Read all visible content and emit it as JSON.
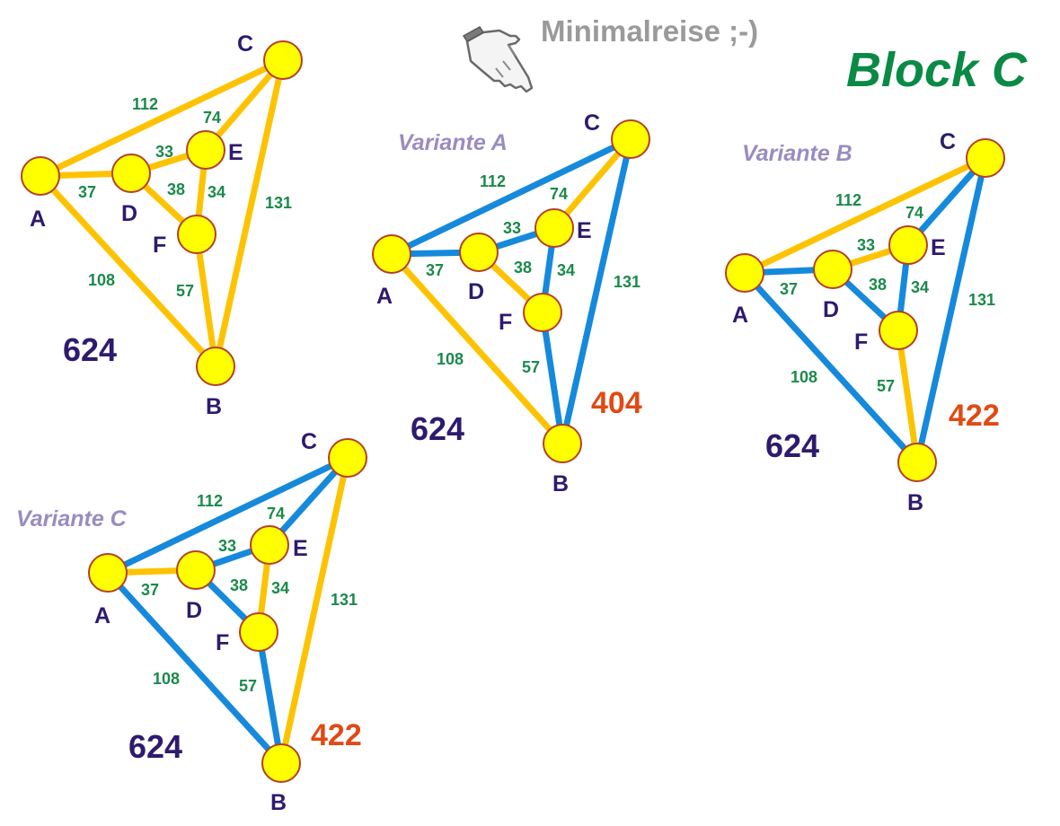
{
  "header": {
    "hint_icon": "pointing-hand-icon",
    "hint_text": "Minimalreise ;-)",
    "block_title": "Block C"
  },
  "colors": {
    "default_edge": "#fdc300",
    "selected_edge": "#1589dc",
    "node_fill": "#ffff00",
    "node_border": "#b3402a",
    "node_label": "#2e1a6e",
    "weight_label": "#1a8a4a",
    "total": "#2e1a6e",
    "result": "#e04a14",
    "variant_label": "#9a8cc0",
    "block_title": "#0a8a45",
    "hint_text": "#9a9a9a"
  },
  "graph": {
    "nodes": [
      "A",
      "B",
      "C",
      "D",
      "E",
      "F"
    ],
    "edges": [
      {
        "id": "AC",
        "from": "A",
        "to": "C",
        "weight": "112"
      },
      {
        "id": "CE",
        "from": "C",
        "to": "E",
        "weight": "74"
      },
      {
        "id": "DE",
        "from": "D",
        "to": "E",
        "weight": "33"
      },
      {
        "id": "AD",
        "from": "A",
        "to": "D",
        "weight": "37"
      },
      {
        "id": "DF",
        "from": "D",
        "to": "F",
        "weight": "38"
      },
      {
        "id": "EF",
        "from": "E",
        "to": "F",
        "weight": "34"
      },
      {
        "id": "CB",
        "from": "C",
        "to": "B",
        "weight": "131"
      },
      {
        "id": "AB",
        "from": "A",
        "to": "B",
        "weight": "108"
      },
      {
        "id": "FB",
        "from": "F",
        "to": "B",
        "weight": "57"
      }
    ]
  },
  "panels": [
    {
      "id": "original",
      "label": "",
      "total": "624",
      "result": "",
      "selected_edges": []
    },
    {
      "id": "variant-a",
      "label": "Variante A",
      "total": "624",
      "result": "404",
      "selected_edges": [
        "AC",
        "AD",
        "DE",
        "EF",
        "FB",
        "CB"
      ]
    },
    {
      "id": "variant-b",
      "label": "Variante B",
      "total": "624",
      "result": "422",
      "selected_edges": [
        "CE",
        "EF",
        "AD",
        "DF",
        "AB",
        "CB"
      ]
    },
    {
      "id": "variant-c",
      "label": "Variante C",
      "total": "624",
      "result": "422",
      "selected_edges": [
        "AC",
        "CE",
        "DE",
        "DF",
        "AB",
        "FB"
      ]
    }
  ]
}
